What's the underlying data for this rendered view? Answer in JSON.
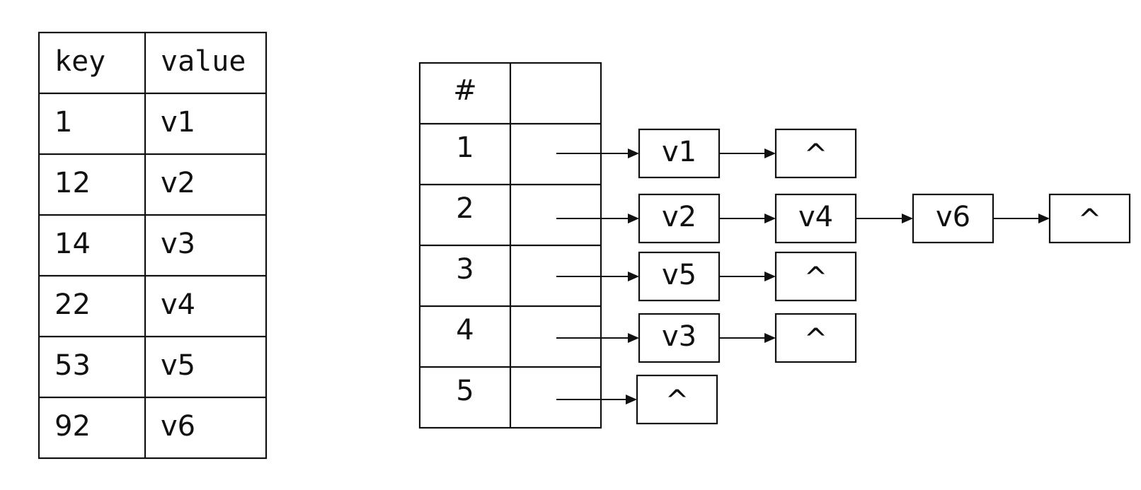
{
  "kv_table": {
    "headers": [
      "key",
      "value"
    ],
    "rows": [
      [
        "1",
        "v1"
      ],
      [
        "12",
        "v2"
      ],
      [
        "14",
        "v3"
      ],
      [
        "22",
        "v4"
      ],
      [
        "53",
        "v5"
      ],
      [
        "92",
        "v6"
      ]
    ]
  },
  "hash_table": {
    "header": "#",
    "header_value": "",
    "buckets": [
      {
        "index": "1",
        "chain": [
          "v1",
          "^"
        ]
      },
      {
        "index": "2",
        "chain": [
          "v2",
          "v4",
          "v6",
          "^"
        ]
      },
      {
        "index": "3",
        "chain": [
          "v5",
          "^"
        ]
      },
      {
        "index": "4",
        "chain": [
          "v3",
          "^"
        ]
      },
      {
        "index": "5",
        "chain": [
          "^"
        ]
      }
    ]
  }
}
